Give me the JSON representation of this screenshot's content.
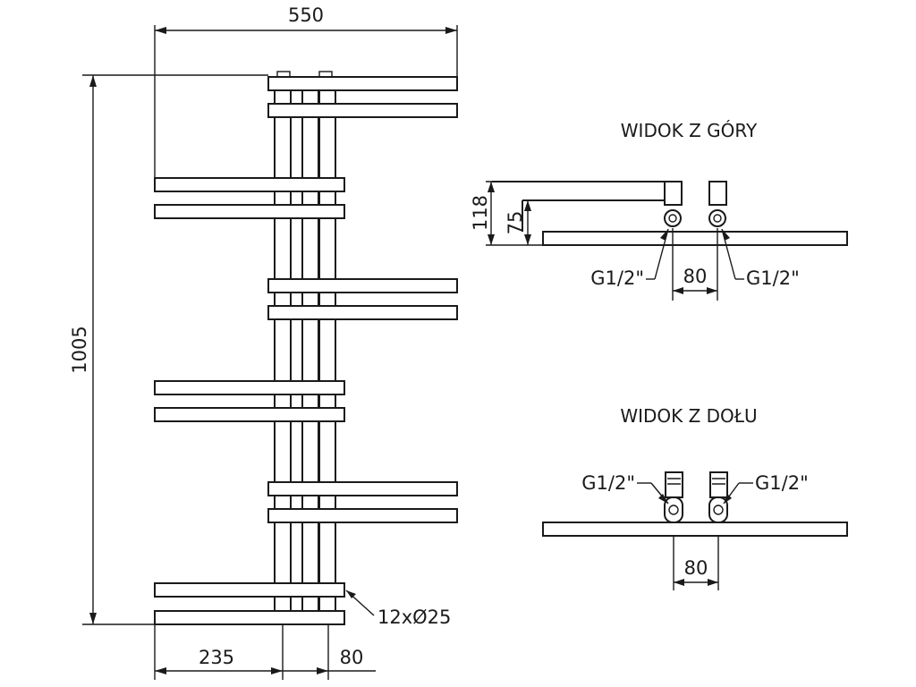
{
  "front_view": {
    "width_label": "550",
    "height_label": "1005",
    "left_offset_label": "235",
    "pipe_spacing_label": "80",
    "bar_spec_label": "12xØ25",
    "bar_count": 12
  },
  "top_view": {
    "title": "WIDOK Z GÓRY",
    "depth_label": "118",
    "connection_height_label": "75",
    "left_connection_label": "G1/2\"",
    "right_connection_label": "G1/2\"",
    "connection_spacing_label": "80"
  },
  "bottom_view": {
    "title": "WIDOK Z DOŁU",
    "left_connection_label": "G1/2\"",
    "right_connection_label": "G1/2\"",
    "connection_spacing_label": "80"
  }
}
